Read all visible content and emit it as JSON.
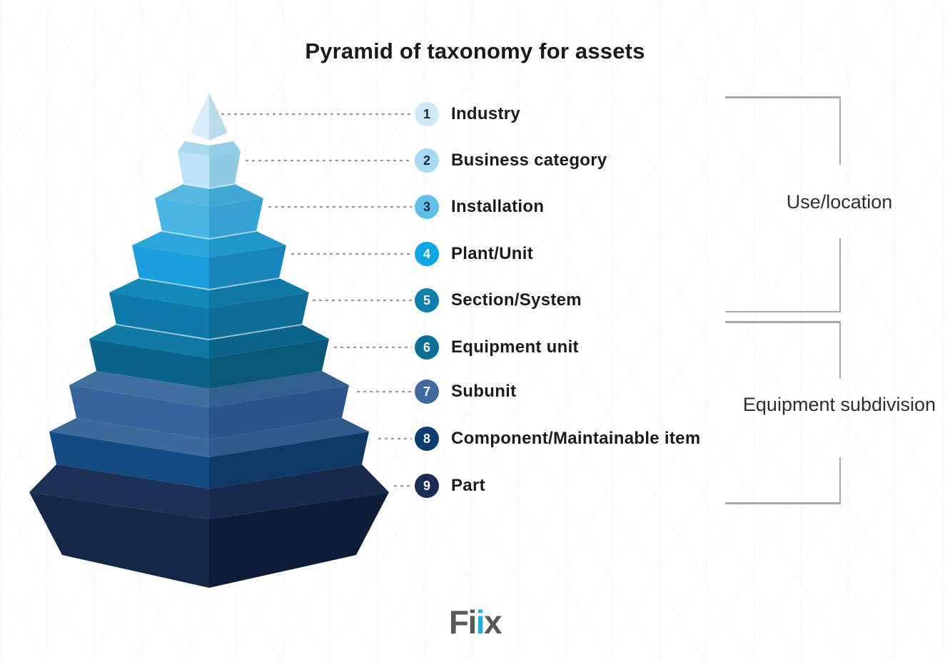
{
  "title": "Pyramid of taxonomy for assets",
  "levels": [
    {
      "num": "1",
      "label": "Industry",
      "badge_color": "#cfe8f6",
      "badge_text_color": "#16253f",
      "top_left": "",
      "top_right": "",
      "face_left": "#d8edf7",
      "face_right": "#b9dcea"
    },
    {
      "num": "2",
      "label": "Business category",
      "badge_color": "#a8d9f2",
      "badge_text_color": "#16253f",
      "top_left": "#a9d8ee",
      "top_right": "#93cde6",
      "face_left": "#bce4f6",
      "face_right": "#8fcbe2"
    },
    {
      "num": "3",
      "label": "Installation",
      "badge_color": "#5fc0ea",
      "badge_text_color": "#16253f",
      "top_left": "#55b7de",
      "top_right": "#42a9d2",
      "face_left": "#49b5e3",
      "face_right": "#35a2d3"
    },
    {
      "num": "4",
      "label": "Plant/Unit",
      "badge_color": "#0ea5e4",
      "badge_text_color": "#ffffff",
      "top_left": "#2ba6da",
      "top_right": "#1f97cb",
      "face_left": "#1b9fdc",
      "face_right": "#1785bb"
    },
    {
      "num": "5",
      "label": "Section/System",
      "badge_color": "#0c7fad",
      "badge_text_color": "#ffffff",
      "top_left": "#1289b8",
      "top_right": "#0e79a5",
      "face_left": "#0e7aa9",
      "face_right": "#0d6d96"
    },
    {
      "num": "6",
      "label": "Equipment unit",
      "badge_color": "#0d6f99",
      "badge_text_color": "#ffffff",
      "top_left": "#0e7aa4",
      "top_right": "#0b648b",
      "face_left": "#0b6389",
      "face_right": "#0a5878"
    },
    {
      "num": "7",
      "label": "Subunit",
      "badge_color": "#40699f",
      "badge_text_color": "#ffffff",
      "top_left": "#40719e",
      "top_right": "#31608e",
      "face_left": "#36659d",
      "face_right": "#2a5589"
    },
    {
      "num": "8",
      "label": "Component/Maintainable item",
      "badge_color": "#0f3d72",
      "badge_text_color": "#ffffff",
      "top_left": "#3a6b9a",
      "top_right": "#2e5a8c",
      "face_left": "#114b82",
      "face_right": "#0d3a66"
    },
    {
      "num": "9",
      "label": "Part",
      "badge_color": "#1c2d55",
      "badge_text_color": "#ffffff",
      "top_left": "#1d3157",
      "top_right": "#182a4b",
      "face_left": "#152847",
      "face_right": "#0f1c38"
    }
  ],
  "groups": [
    {
      "label": "Use/location"
    },
    {
      "label": "Equipment subdivision"
    }
  ],
  "logo": {
    "chars": [
      "F",
      "i",
      "i",
      "x"
    ],
    "gray": "#58595b",
    "blue": "#29a9e1"
  },
  "colors": {
    "dotted_line": "#94999c",
    "bracket": "#a8a8a8"
  }
}
